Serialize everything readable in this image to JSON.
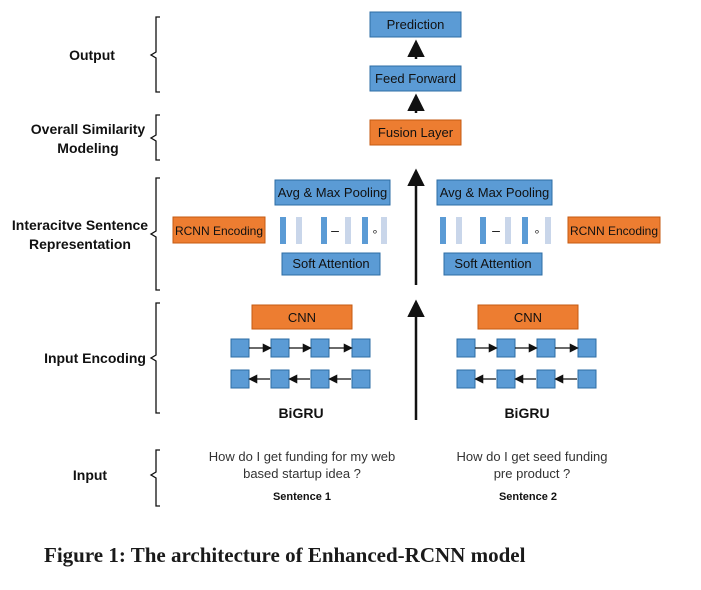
{
  "colors": {
    "blue_fill": "#5b9bd5",
    "blue_stroke": "#2e6da4",
    "orange_fill": "#ed7d31",
    "orange_stroke": "#c55a11",
    "light_bar": "#c9d6ea"
  },
  "stages": {
    "output": "Output",
    "similarity_line1": "Overall Similarity",
    "similarity_line2": "Modeling",
    "interactive_line1": "Interacitve Sentence",
    "interactive_line2": "Representation",
    "encoding": "Input Encoding",
    "input": "Input"
  },
  "top": {
    "prediction": "Prediction",
    "feed_forward": "Feed Forward",
    "fusion_layer": "Fusion Layer"
  },
  "left": {
    "pooling": "Avg & Max Pooling",
    "rcnn": "RCNN Encoding",
    "attention": "Soft Attention",
    "cnn": "CNN",
    "bigru": "BiGRU",
    "sentence_line1": "How do I get funding for my web",
    "sentence_line2": "based startup idea ?",
    "sentence_label": "Sentence 1"
  },
  "right": {
    "pooling": "Avg & Max Pooling",
    "rcnn": "RCNN Encoding",
    "attention": "Soft Attention",
    "cnn": "CNN",
    "bigru": "BiGRU",
    "sentence_line1": "How do I get seed funding",
    "sentence_line2": "pre product ?",
    "sentence_label": "Sentence 2"
  },
  "ops": {
    "minus": "–",
    "hadamard": "∘"
  },
  "caption": "Figure 1: The architecture of Enhanced-RCNN model"
}
